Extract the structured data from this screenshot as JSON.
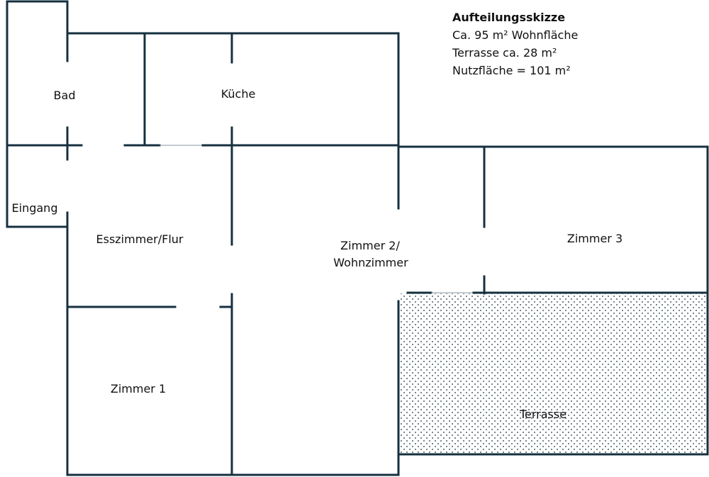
{
  "info": {
    "title": "Aufteilungsskizze",
    "lines": [
      "Ca. 95 m² Wohnfläche",
      "Terrasse ca. 28 m²",
      "Nutzfläche = 101 m²"
    ]
  },
  "rooms": {
    "bad": "Bad",
    "kueche": "Küche",
    "eingang": "Eingang",
    "esszimmer": "Esszimmer/Flur",
    "zimmer2_line1": "Zimmer 2/",
    "zimmer2_line2": "Wohnzimmer",
    "zimmer3": "Zimmer 3",
    "zimmer1": "Zimmer 1",
    "terrasse": "Terrasse"
  },
  "colors": {
    "wall": "#15303f",
    "terrace_dots": "#15303f"
  }
}
